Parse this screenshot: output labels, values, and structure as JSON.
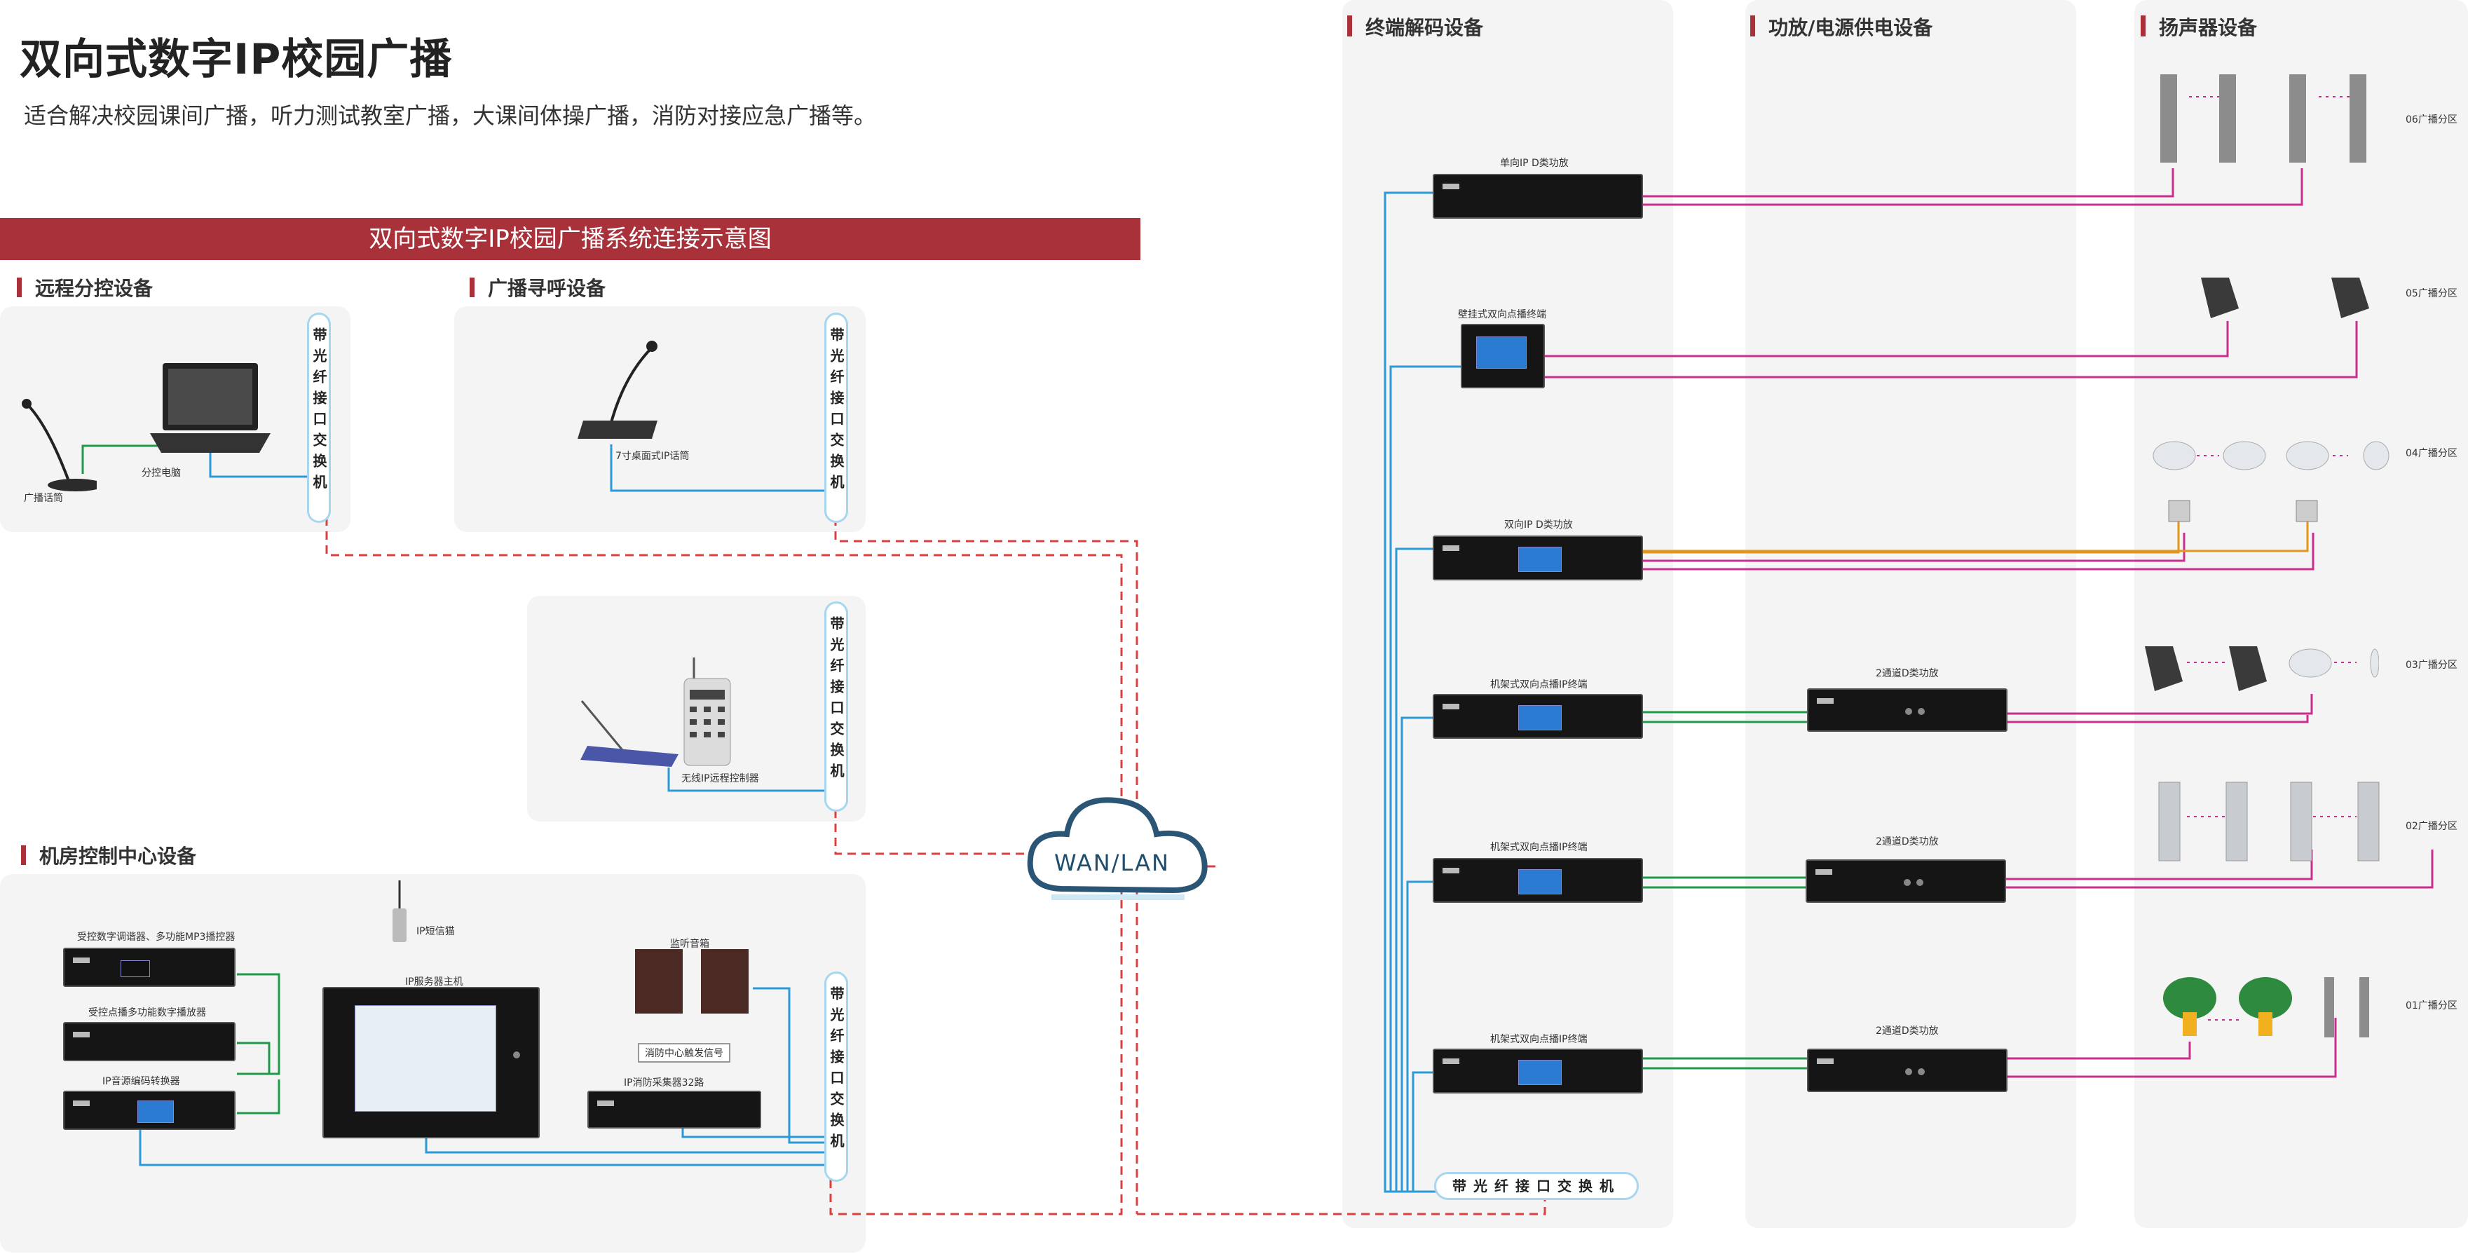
{
  "title": "双向式数字IP校园广播",
  "subtitle": "适合解决校园课间广播，听力测试教室广播，大课间体操广播，消防对接应急广播等。",
  "banner": "双向式数字IP校园广播系统连接示意图",
  "sections": {
    "remote": "远程分控设备",
    "paging": "广播寻呼设备",
    "control_center": "机房控制中心设备"
  },
  "columns": {
    "terminal": "终端解码设备",
    "amp": "功放/电源供电设备",
    "speaker": "扬声器设备"
  },
  "switch_label": "带光纤接口交换机",
  "cloud_label": "WAN/LAN",
  "colors": {
    "accent": "#a8313a",
    "network_blue": "#2c9ad6",
    "signal_green": "#1f9a4a",
    "speaker_magenta": "#c8308f",
    "power_orange": "#e2961b",
    "dashed_red": "#d94040"
  },
  "devices": {
    "mic": "广播话筒",
    "laptop": "分控电脑",
    "desk_mic": "7寸桌面式IP话筒",
    "remote_ctrl": "无线IP远程控制器",
    "tuner": "受控数字调谐器、多功能MP3播控器",
    "cd_player": "受控点播多功能数字播放器",
    "audio_converter": "IP音源编码转换器",
    "ip_phone": "IP短信猫",
    "server": "IP服务器主机",
    "monitor_speaker": "监听音箱",
    "fire_signal": "消防中心触发信号",
    "fire_collector": "IP消防采集器32路"
  },
  "terminals": [
    "单向IP D类功放",
    "壁挂式双向点播终端",
    "双向IP D类功放",
    "机架式双向点播IP终端",
    "机架式双向点播IP终端",
    "机架式双向点播IP终端"
  ],
  "amps": [
    "2通道D类功放",
    "2通道D类功放",
    "2通道D类功放"
  ],
  "zones": [
    "06广播分区",
    "05广播分区",
    "04广播分区",
    "03广播分区",
    "02广播分区",
    "01广播分区"
  ]
}
